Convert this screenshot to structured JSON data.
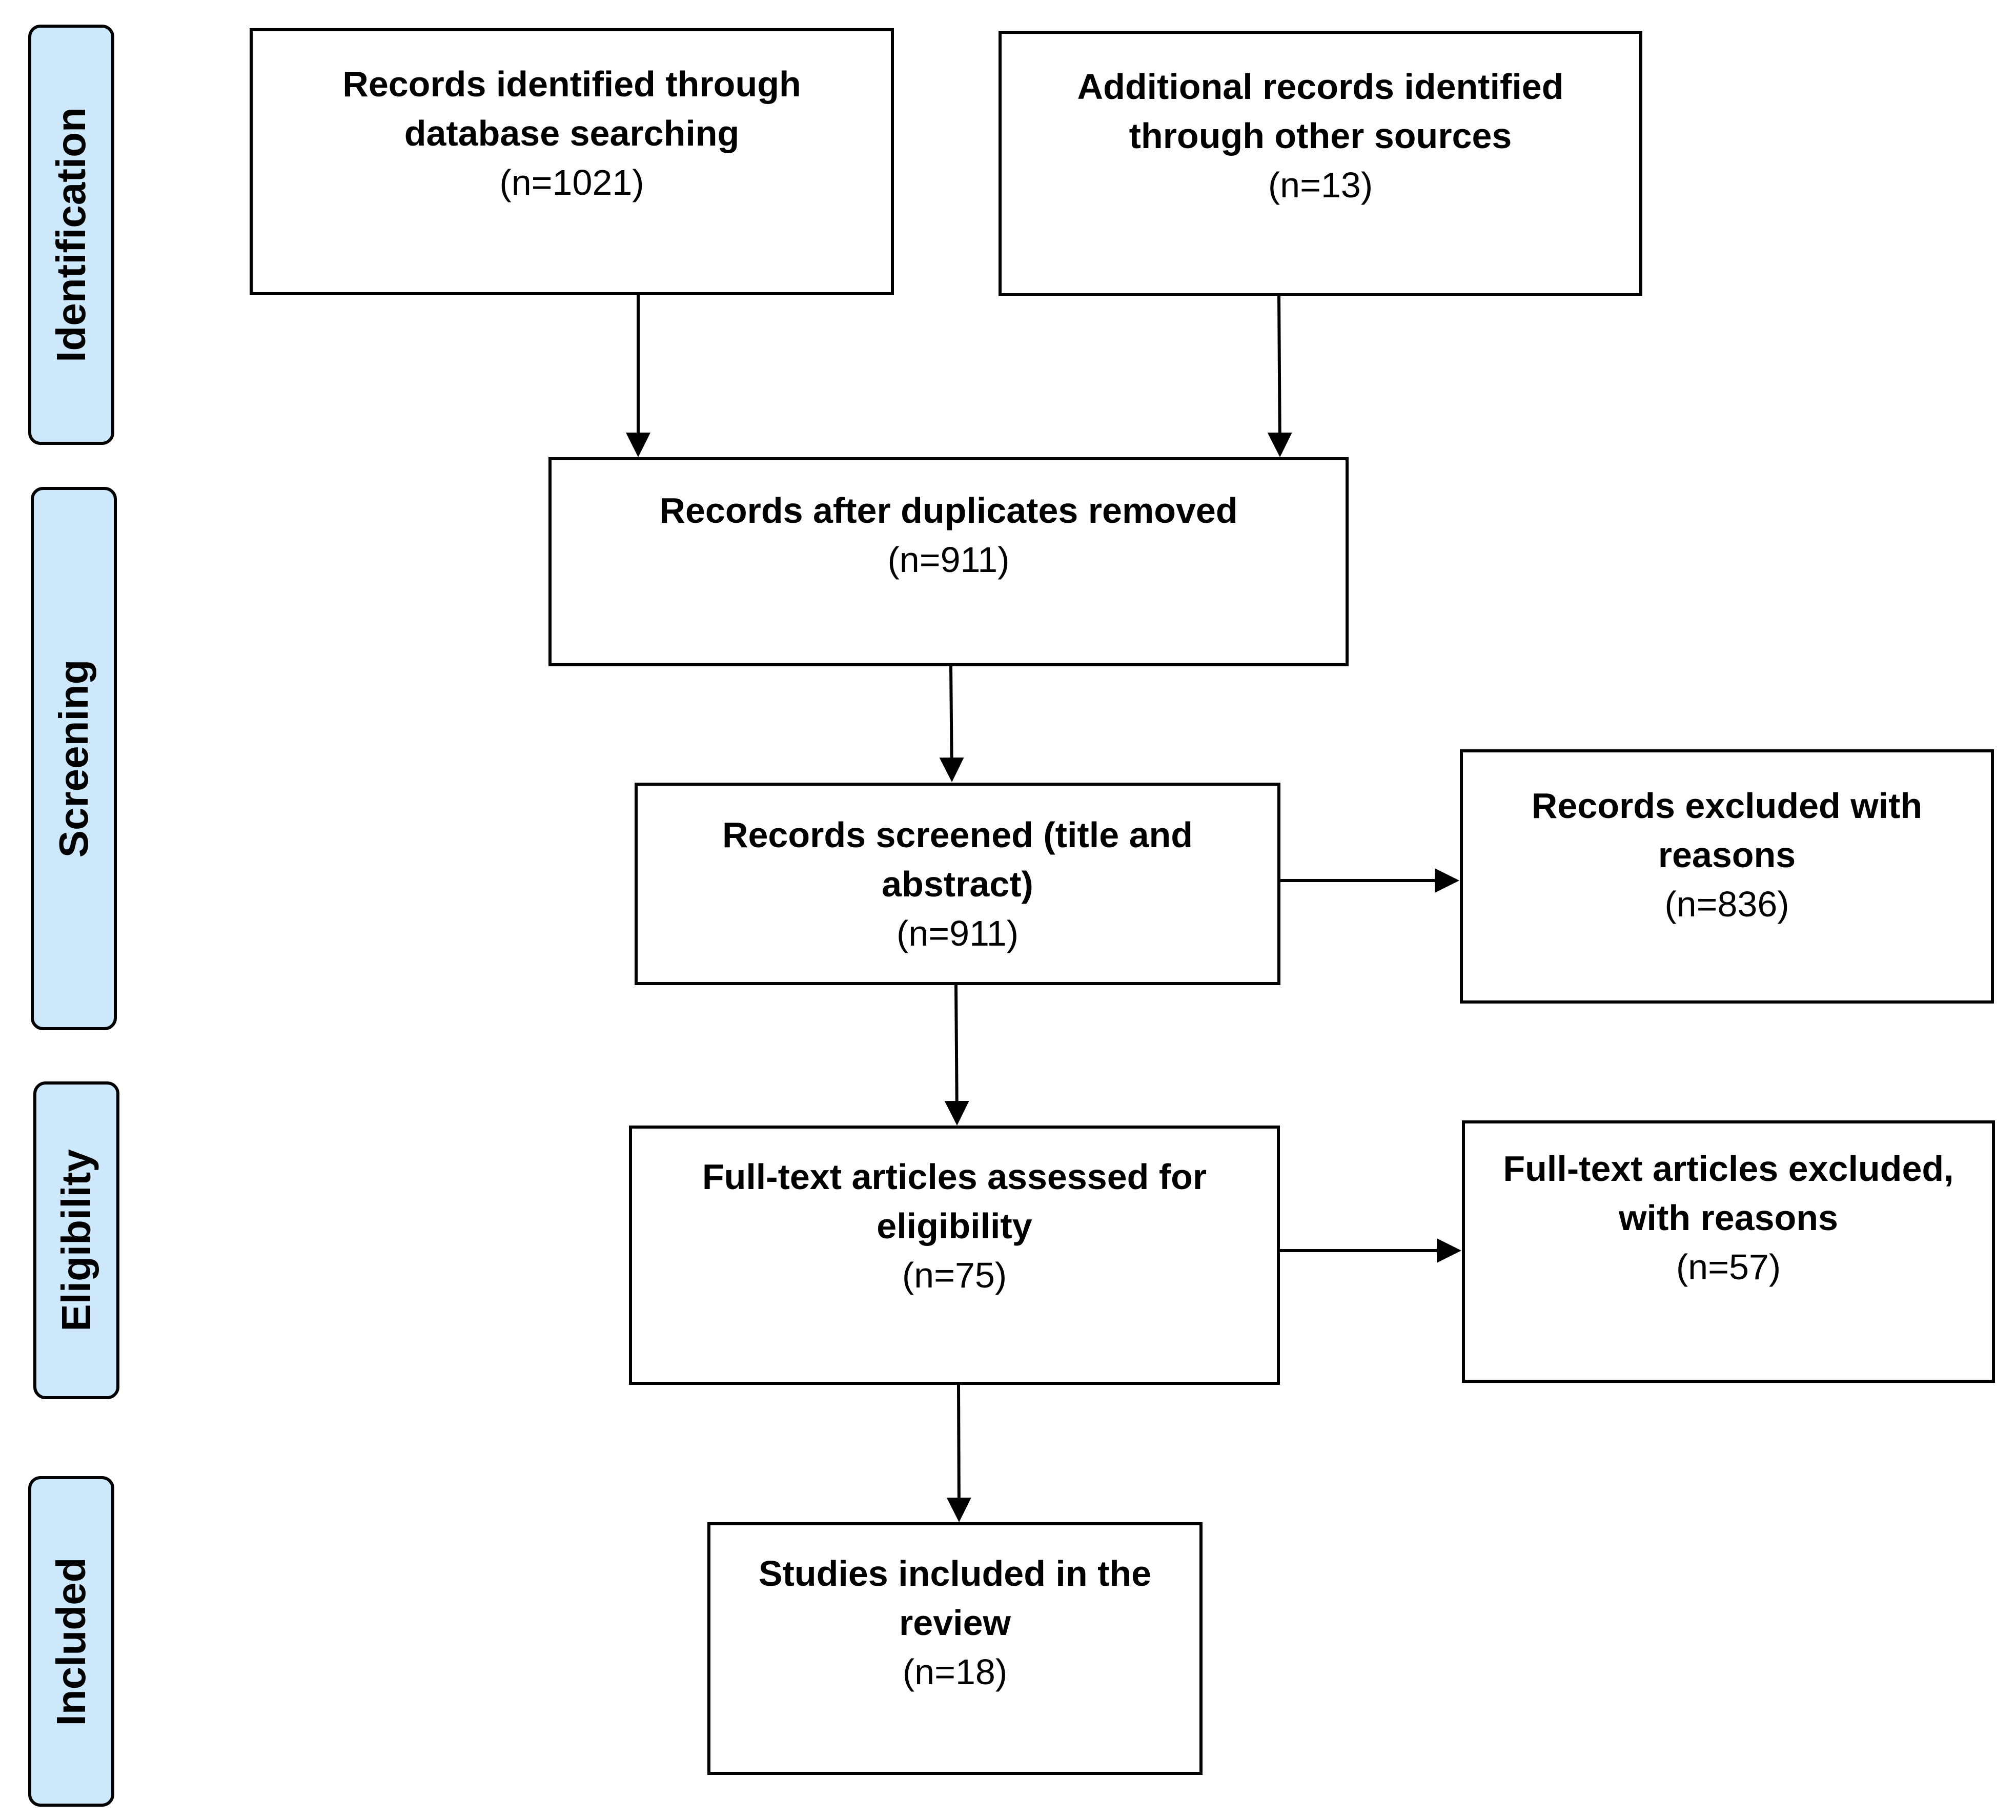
{
  "phases": {
    "identification": "Identification",
    "screening": "Screening",
    "eligibility": "Eligibility",
    "included": "Included"
  },
  "boxes": {
    "database_search": {
      "title": "Records identified through database searching",
      "count": "(n=1021)"
    },
    "other_sources": {
      "title": "Additional records identified through other sources",
      "count": "(n=13)"
    },
    "after_duplicates": {
      "title": "Records after duplicates removed",
      "count": "(n=911)"
    },
    "screened": {
      "title": "Records screened (title and abstract)",
      "count": "(n=911)"
    },
    "excluded_records": {
      "title": "Records excluded with reasons",
      "count": "(n=836)"
    },
    "fulltext_assessed": {
      "title": "Full-text articles assessed for eligibility",
      "count": "(n=75)"
    },
    "fulltext_excluded": {
      "title": "Full-text articles excluded, with reasons",
      "count": "(n=57)"
    },
    "included_studies": {
      "title": "Studies included in the review",
      "count": "(n=18)"
    }
  }
}
